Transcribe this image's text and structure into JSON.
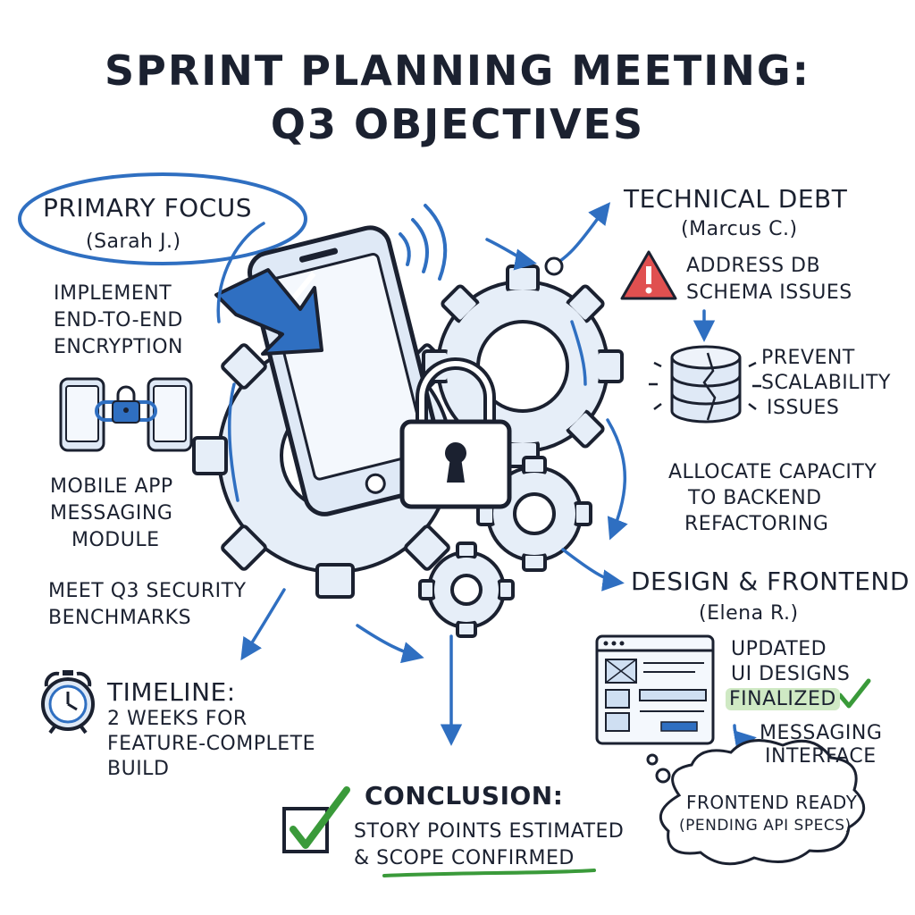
{
  "title": {
    "line1": "SPRINT PLANNING MEETING:",
    "line2": "Q3 OBJECTIVES"
  },
  "primary_focus": {
    "heading": "PRIMARY FOCUS",
    "owner": "(Sarah J.)",
    "item1": [
      "IMPLEMENT",
      "END-TO-END",
      "ENCRYPTION"
    ],
    "item2": [
      "MOBILE APP",
      "MESSAGING",
      "MODULE"
    ],
    "item3": [
      "MEET Q3 SECURITY",
      "BENCHMARKS"
    ]
  },
  "timeline": {
    "line1": "TIMELINE:",
    "line2": "2 WEEKS FOR",
    "line3": "FEATURE-COMPLETE",
    "line4": "BUILD"
  },
  "technical_debt": {
    "heading": "TECHNICAL DEBT",
    "owner": "(Marcus C.)",
    "item1": [
      "ADDRESS DB",
      "SCHEMA ISSUES"
    ],
    "item2": [
      "PREVENT",
      "SCALABILITY",
      "ISSUES"
    ],
    "item3": [
      "ALLOCATE CAPACITY",
      "TO BACKEND",
      "REFACTORING"
    ]
  },
  "design_frontend": {
    "heading": "DESIGN & FRONTEND",
    "owner": "(Elena R.)",
    "item1": [
      "UPDATED",
      "UI DESIGNS"
    ],
    "finalized": "FINALIZED",
    "item2": [
      "MESSAGING",
      "INTERFACE"
    ],
    "cloud": [
      "FRONTEND READY",
      "(PENDING API SPECS)"
    ]
  },
  "conclusion": {
    "heading": "CONCLUSION:",
    "line1": "STORY POINTS ESTIMATED",
    "line2": "& SCOPE CONFIRMED"
  },
  "colors": {
    "accent": "#2f6fc1",
    "ink": "#1b2130",
    "green": "#3a9a3a",
    "warning": "#e05050",
    "highlight": "#cfe9c4"
  }
}
